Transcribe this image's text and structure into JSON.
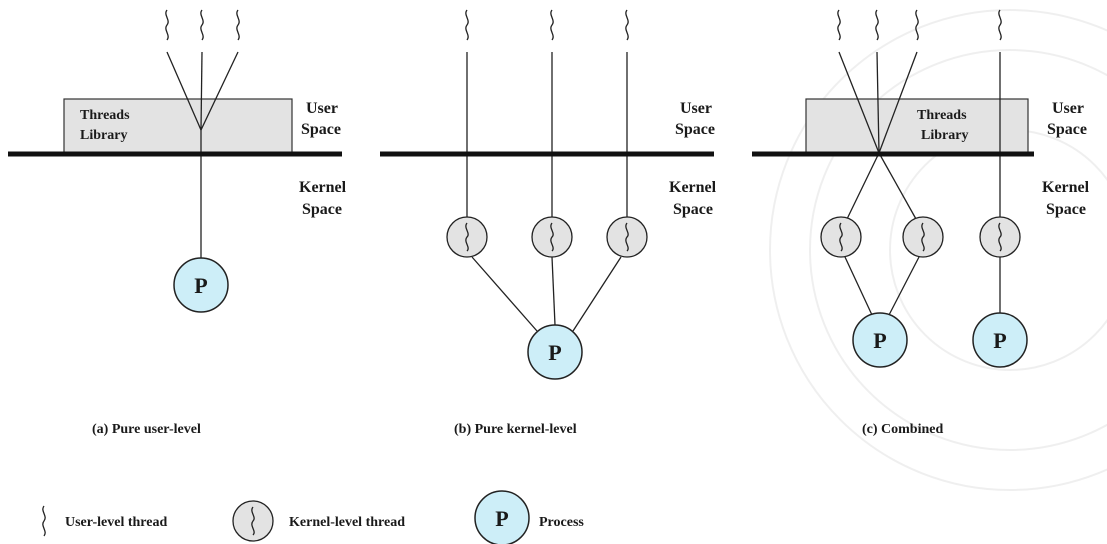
{
  "panels": [
    {
      "caption": "(a) Pure user-level",
      "library_label_line1": "Threads",
      "library_label_line2": "Library",
      "user_space_line1": "User",
      "user_space_line2": "Space",
      "kernel_space_line1": "Kernel",
      "kernel_space_line2": "Space",
      "processes": [
        "P"
      ]
    },
    {
      "caption": "(b) Pure kernel-level",
      "user_space_line1": "User",
      "user_space_line2": "Space",
      "kernel_space_line1": "Kernel",
      "kernel_space_line2": "Space",
      "processes": [
        "P"
      ]
    },
    {
      "caption": "(c) Combined",
      "library_label_line1": "Threads",
      "library_label_line2": "Library",
      "user_space_line1": "User",
      "user_space_line2": "Space",
      "kernel_space_line1": "Kernel",
      "kernel_space_line2": "Space",
      "processes": [
        "P",
        "P"
      ]
    }
  ],
  "legend": {
    "user_thread": "User-level thread",
    "kernel_thread": "Kernel-level thread",
    "process_symbol": "P",
    "process": "Process"
  },
  "colors": {
    "process_fill": "#cdeef8",
    "kernel_thread_fill": "#e3e3e3",
    "library_fill": "#e3e3e3"
  }
}
